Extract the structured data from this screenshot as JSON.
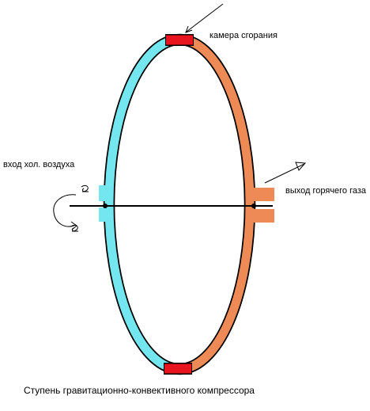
{
  "labels": {
    "combustion_chamber": "камера сгорания",
    "cold_air_inlet": "вход хол. воздуха",
    "hot_gas_outlet": "выход горячего газа",
    "caption": "Ступень  гравитационно-конвективного компрессора"
  },
  "colors": {
    "cold_side": "#73E6F0",
    "hot_side": "#EE8A55",
    "chamber": "#E8141E",
    "outline": "#000000",
    "background": "#FFFFFF"
  }
}
